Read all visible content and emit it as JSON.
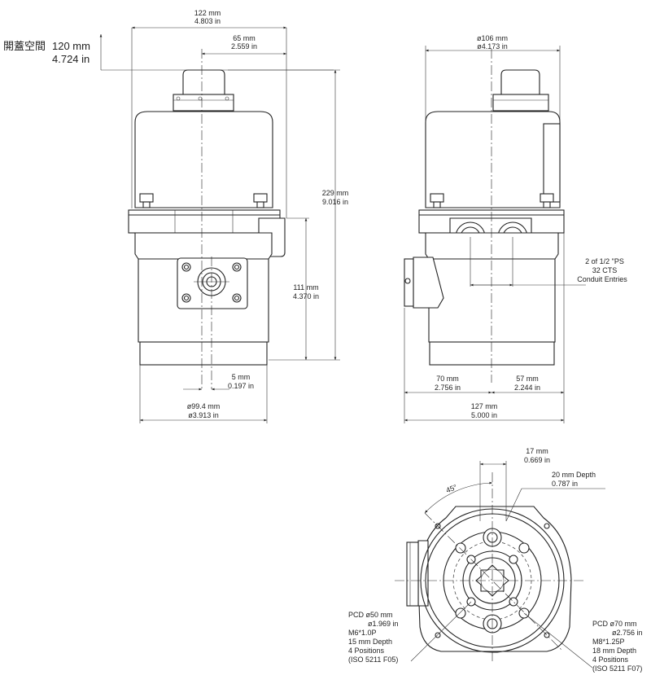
{
  "front_view": {
    "overall_width": {
      "mm": "122 mm",
      "in": "4.803 in"
    },
    "cover_offset": {
      "mm": "65 mm",
      "in": "2.559 in"
    },
    "cover_clearance": {
      "label": "開蓋空間",
      "mm": "120 mm",
      "in": "4.724 in"
    },
    "height": {
      "mm": "229 mm",
      "in": "9.016 in"
    },
    "lower_height": {
      "mm": "111 mm",
      "in": "4.370 in"
    },
    "shaft_offset": {
      "mm": "5 mm",
      "in": "0.197 in"
    },
    "base_diameter": {
      "mm": "ø99.4 mm",
      "in": "ø3.913 in"
    }
  },
  "side_view": {
    "cover_diameter": {
      "mm": "ø106 mm",
      "in": "ø4.173 in"
    },
    "conduit": {
      "line1": "2 of 1/2 \"PS",
      "line2": "32 CTS",
      "line3": "Conduit Entries"
    },
    "left_offset": {
      "mm": "70 mm",
      "in": "2.756 in"
    },
    "right_offset": {
      "mm": "57 mm",
      "in": "2.244 in"
    },
    "overall_width": {
      "mm": "127 mm",
      "in": "5.000 in"
    }
  },
  "bottom_view": {
    "angle": "45°",
    "drive_offset": {
      "mm": "17 mm",
      "in": "0.669 in"
    },
    "drive_depth": {
      "mm": "20 mm Depth",
      "in": "0.787 in"
    },
    "pcd_small": {
      "l1": "PCD ø50 mm",
      "l2": "ø1.969 in",
      "l3": "M6*1.0P",
      "l4": "15 mm Depth",
      "l5": "4 Positions",
      "l6": "(ISO 5211 F05)"
    },
    "pcd_large": {
      "l1": "PCD ø70 mm",
      "l2": "ø2.756 in",
      "l3": "M8*1.25P",
      "l4": "18 mm Depth",
      "l5": "4 Positions",
      "l6": "(ISO 5211 F07)"
    }
  }
}
